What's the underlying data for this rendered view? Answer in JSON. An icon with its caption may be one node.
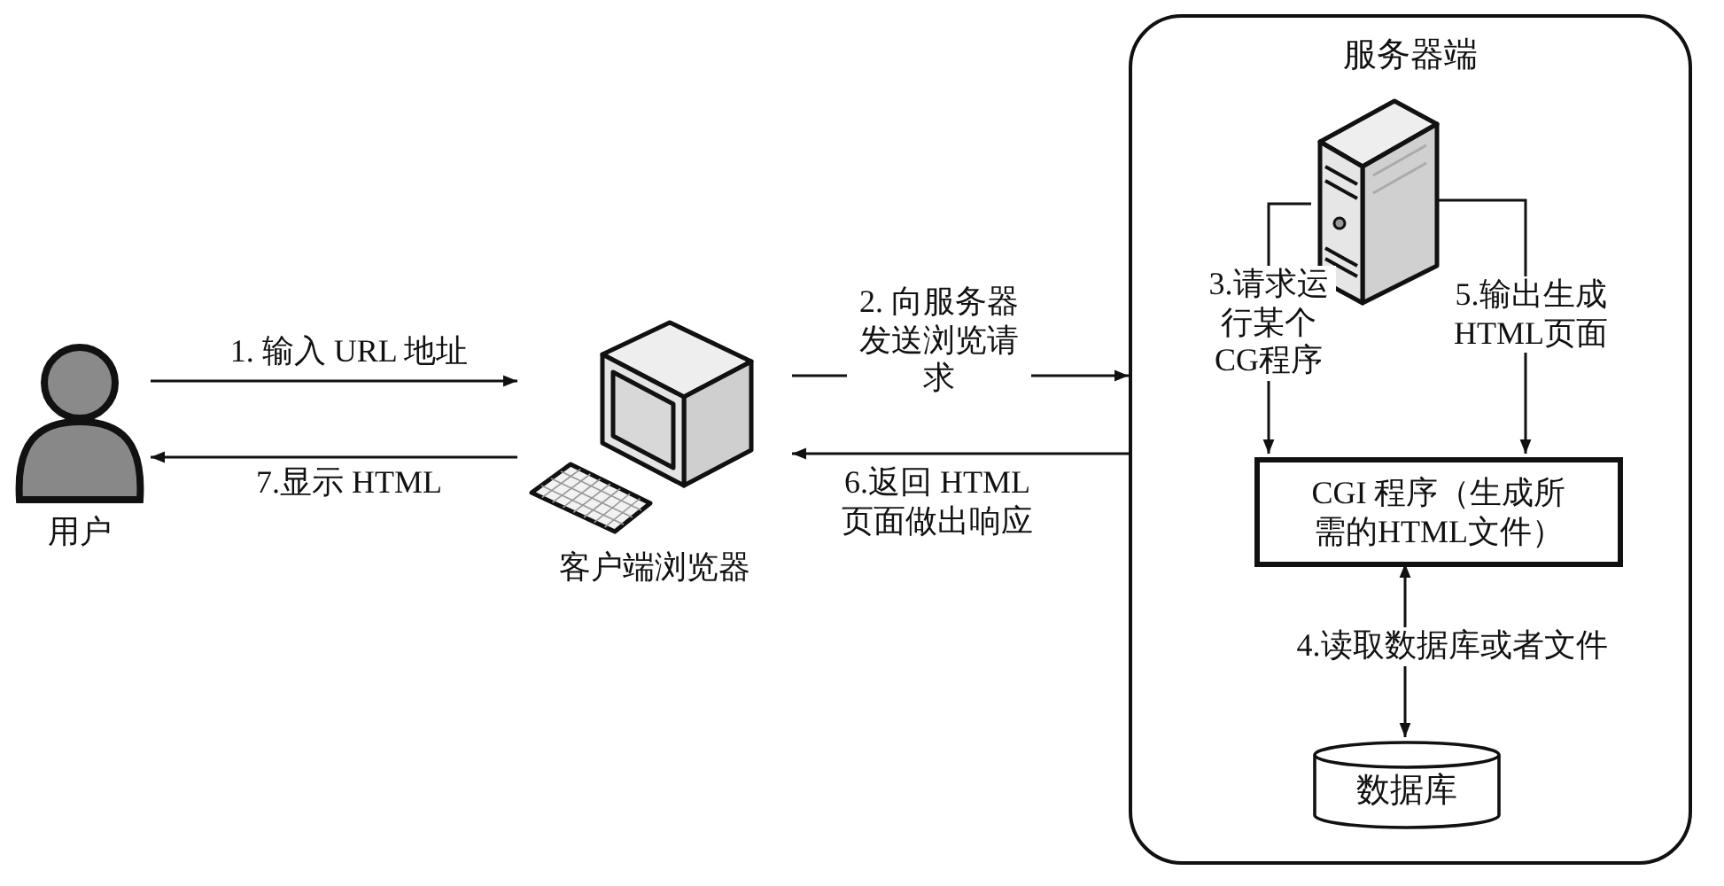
{
  "diagram": {
    "nodes": [
      {
        "text": [
          "用户"
        ]
      },
      {
        "text": [
          "客户端浏览器"
        ]
      },
      {
        "text": [
          "服务器端"
        ]
      },
      {
        "text": [],
        "shape": "picture",
        "in": 2
      },
      {
        "text": [
          "CGI 程序（生成所需的HTML文件）"
        ],
        "in": 2
      },
      {
        "text": [
          "数据库"
        ],
        "in": 2
      }
    ],
    "edges": [
      {
        "from": 0,
        "to": 1,
        "arrow": "to",
        "label": "1. 输入 URL 地址"
      },
      {
        "from": 1,
        "to": 2,
        "arrow": "to",
        "label": "2. 向服务器发送浏览请求"
      },
      {
        "from": 3,
        "to": 4,
        "arrow": "to",
        "label": "3.请求运行某个CG程序"
      },
      {
        "from": 4,
        "to": 5,
        "arrow": "both",
        "label": "4.读取数据库或者文件"
      },
      {
        "from": 3,
        "to": 4,
        "arrow": "to",
        "label": "5.输出生成HTML页面"
      },
      {
        "from": 2,
        "to": 1,
        "arrow": "to",
        "label": "6.返回 HTML页面做出响应"
      },
      {
        "from": 1,
        "to": 0,
        "arrow": "to",
        "label": "7.显示 HTML"
      }
    ]
  }
}
